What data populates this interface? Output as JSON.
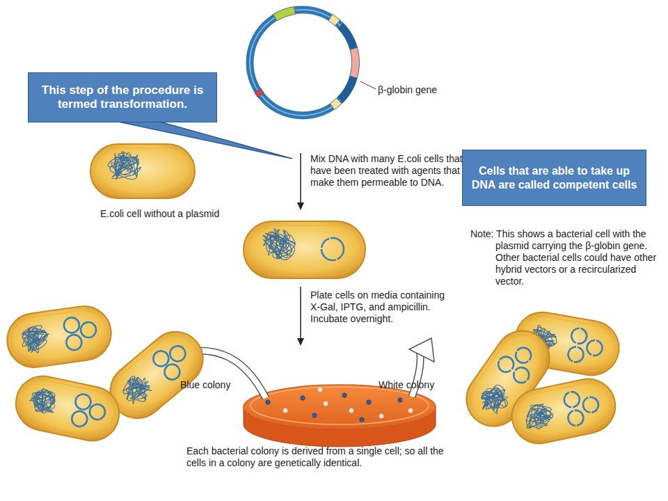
{
  "diagram": {
    "nodes": [
      {
        "text": [
          "This step of the procedure is termed transformation."
        ]
      },
      {
        "text": [
          "Cells that are able to take up DNA are called competent cells"
        ]
      }
    ],
    "labels": [
      "β-globin gene",
      "Mix DNA with many E.coli cells that have been treated with agents that make them permeable to DNA.",
      "E.coli cell without a plasmid",
      "Note: This shows a bacterial cell with the plasmid carrying the β-globin gene. Other bacterial cells could have other hybrid vectors or a recircularized vector.",
      "Plate cells on media containing X-Gal, IPTG, and ampicillin. Incubate overnight.",
      "Blue colony",
      "White colony",
      "Each bacterial colony is derived from a single cell; so all the cells in a colony are genetically identical."
    ]
  }
}
